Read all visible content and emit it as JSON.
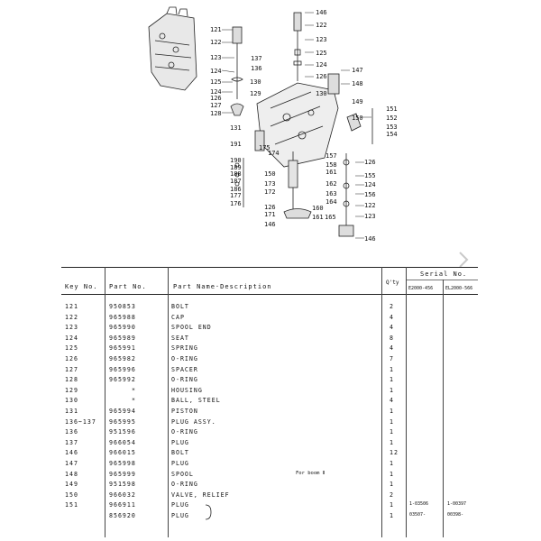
{
  "diagram": {
    "callouts": [
      "121",
      "122",
      "123",
      "124",
      "125",
      "124",
      "126",
      "127",
      "128",
      "129",
      "130",
      "137",
      "136",
      "130",
      "146",
      "122",
      "123",
      "125",
      "124",
      "126",
      "147",
      "148",
      "149",
      "150",
      "151",
      "152",
      "153",
      "154",
      "131",
      "191",
      "190",
      "189",
      "188",
      "187",
      "186",
      "177",
      "176",
      "175",
      "174",
      "150",
      "173",
      "172",
      "157",
      "158",
      "161",
      "126",
      "155",
      "162",
      "163",
      "164",
      "124",
      "156",
      "126",
      "171",
      "146",
      "160",
      "161",
      "165",
      "122",
      "123",
      "146"
    ]
  },
  "nav": {
    "next_icon": "chevron-right-icon"
  },
  "table": {
    "headers": {
      "key_no": "Key No.",
      "part_no": "Part No.",
      "part_name": "Part Name·Description",
      "qty": "Q'ty",
      "serial_no": "Serial No.",
      "serial_col1": "E2000-456",
      "serial_col2": "EL2000-566"
    },
    "rows": [
      {
        "key": "121",
        "part": "950853",
        "name": "BOLT",
        "note": "",
        "qty": "2",
        "s1": "",
        "s2": ""
      },
      {
        "key": "122",
        "part": "965988",
        "name": "CAP",
        "note": "",
        "qty": "4",
        "s1": "",
        "s2": ""
      },
      {
        "key": "123",
        "part": "965990",
        "name": "SPOOL END",
        "note": "",
        "qty": "4",
        "s1": "",
        "s2": ""
      },
      {
        "key": "124",
        "part": "965989",
        "name": "SEAT",
        "note": "",
        "qty": "8",
        "s1": "",
        "s2": ""
      },
      {
        "key": "125",
        "part": "965991",
        "name": "SPRING",
        "note": "",
        "qty": "4",
        "s1": "",
        "s2": ""
      },
      {
        "key": "126",
        "part": "965982",
        "name": "O-RING",
        "note": "",
        "qty": "7",
        "s1": "",
        "s2": ""
      },
      {
        "key": "127",
        "part": "965996",
        "name": "SPACER",
        "note": "",
        "qty": "1",
        "s1": "",
        "s2": ""
      },
      {
        "key": "128",
        "part": "965992",
        "name": "O-RING",
        "note": "",
        "qty": "1",
        "s1": "",
        "s2": ""
      },
      {
        "key": "129",
        "part": "*",
        "name": "HOUSING",
        "note": "",
        "qty": "1",
        "s1": "",
        "s2": ""
      },
      {
        "key": "130",
        "part": "*",
        "name": "BALL, STEEL",
        "note": "",
        "qty": "4",
        "s1": "",
        "s2": ""
      },
      {
        "key": "131",
        "part": "965994",
        "name": "PISTON",
        "note": "",
        "qty": "1",
        "s1": "",
        "s2": ""
      },
      {
        "key": "136~137",
        "part": "965995",
        "name": "PLUG ASSY.",
        "note": "",
        "qty": "1",
        "s1": "",
        "s2": ""
      },
      {
        "key": "136",
        "part": "951596",
        "name": "O-RING",
        "note": "",
        "qty": "1",
        "s1": "",
        "s2": ""
      },
      {
        "key": "137",
        "part": "966054",
        "name": "PLUG",
        "note": "",
        "qty": "1",
        "s1": "",
        "s2": ""
      },
      {
        "key": "146",
        "part": "966015",
        "name": "BOLT",
        "note": "",
        "qty": "12",
        "s1": "",
        "s2": ""
      },
      {
        "key": "147",
        "part": "965998",
        "name": "PLUG",
        "note": "",
        "qty": "1",
        "s1": "",
        "s2": ""
      },
      {
        "key": "148",
        "part": "965999",
        "name": "SPOOL",
        "note": "For boom Ⅱ",
        "qty": "1",
        "s1": "",
        "s2": ""
      },
      {
        "key": "149",
        "part": "951598",
        "name": "O-RING",
        "note": "",
        "qty": "1",
        "s1": "",
        "s2": ""
      },
      {
        "key": "150",
        "part": "966032",
        "name": "VALVE, RELIEF",
        "note": "",
        "qty": "2",
        "s1": "",
        "s2": ""
      },
      {
        "key": "151",
        "part": "966911",
        "name": "PLUG",
        "note": "",
        "qty": "1",
        "s1": "1-03506",
        "s2": "1-00397"
      },
      {
        "key": "",
        "part": "856920",
        "name": "PLUG",
        "note": "",
        "qty": "1",
        "s1": "03507-",
        "s2": "00398-"
      }
    ]
  }
}
